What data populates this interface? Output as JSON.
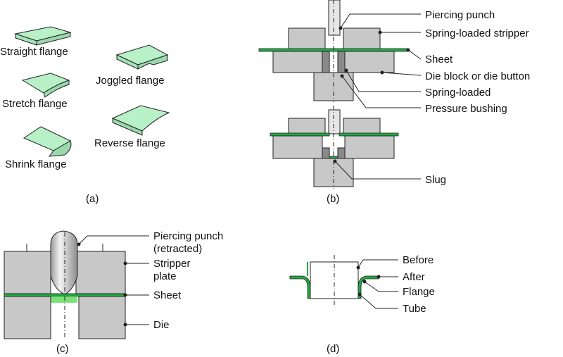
{
  "panel_a": {
    "caption": "(a)",
    "flanges": [
      {
        "label": "Straight flange"
      },
      {
        "label": "Stretch flange"
      },
      {
        "label": "Shrink flange"
      },
      {
        "label": "Joggled flange"
      },
      {
        "label": "Reverse flange"
      }
    ]
  },
  "panel_b": {
    "caption": "(b)",
    "labels": {
      "piercing_punch": "Piercing punch",
      "stripper": "Spring-loaded stripper",
      "sheet": "Sheet",
      "die_block": "Die block or die button",
      "spring_loaded": "Spring-loaded",
      "pressure_bushing": "Pressure bushing",
      "slug": "Slug"
    }
  },
  "panel_c": {
    "caption": "(c)",
    "labels": {
      "punch_line1": "Piercing punch",
      "punch_line2": "(retracted)",
      "stripper_line1": "Stripper",
      "stripper_line2": "plate",
      "sheet": "Sheet",
      "die": "Die"
    }
  },
  "panel_d": {
    "caption": "(d)",
    "labels": {
      "before": "Before",
      "after": "After",
      "flange": "Flange",
      "tube": "Tube"
    }
  },
  "colors": {
    "flange_green": "#b8f0c8",
    "sheet_green": "#22aa44",
    "metal_gray": "#c8c8c8",
    "dark_gray": "#8a8a8a",
    "outline": "#222222"
  }
}
